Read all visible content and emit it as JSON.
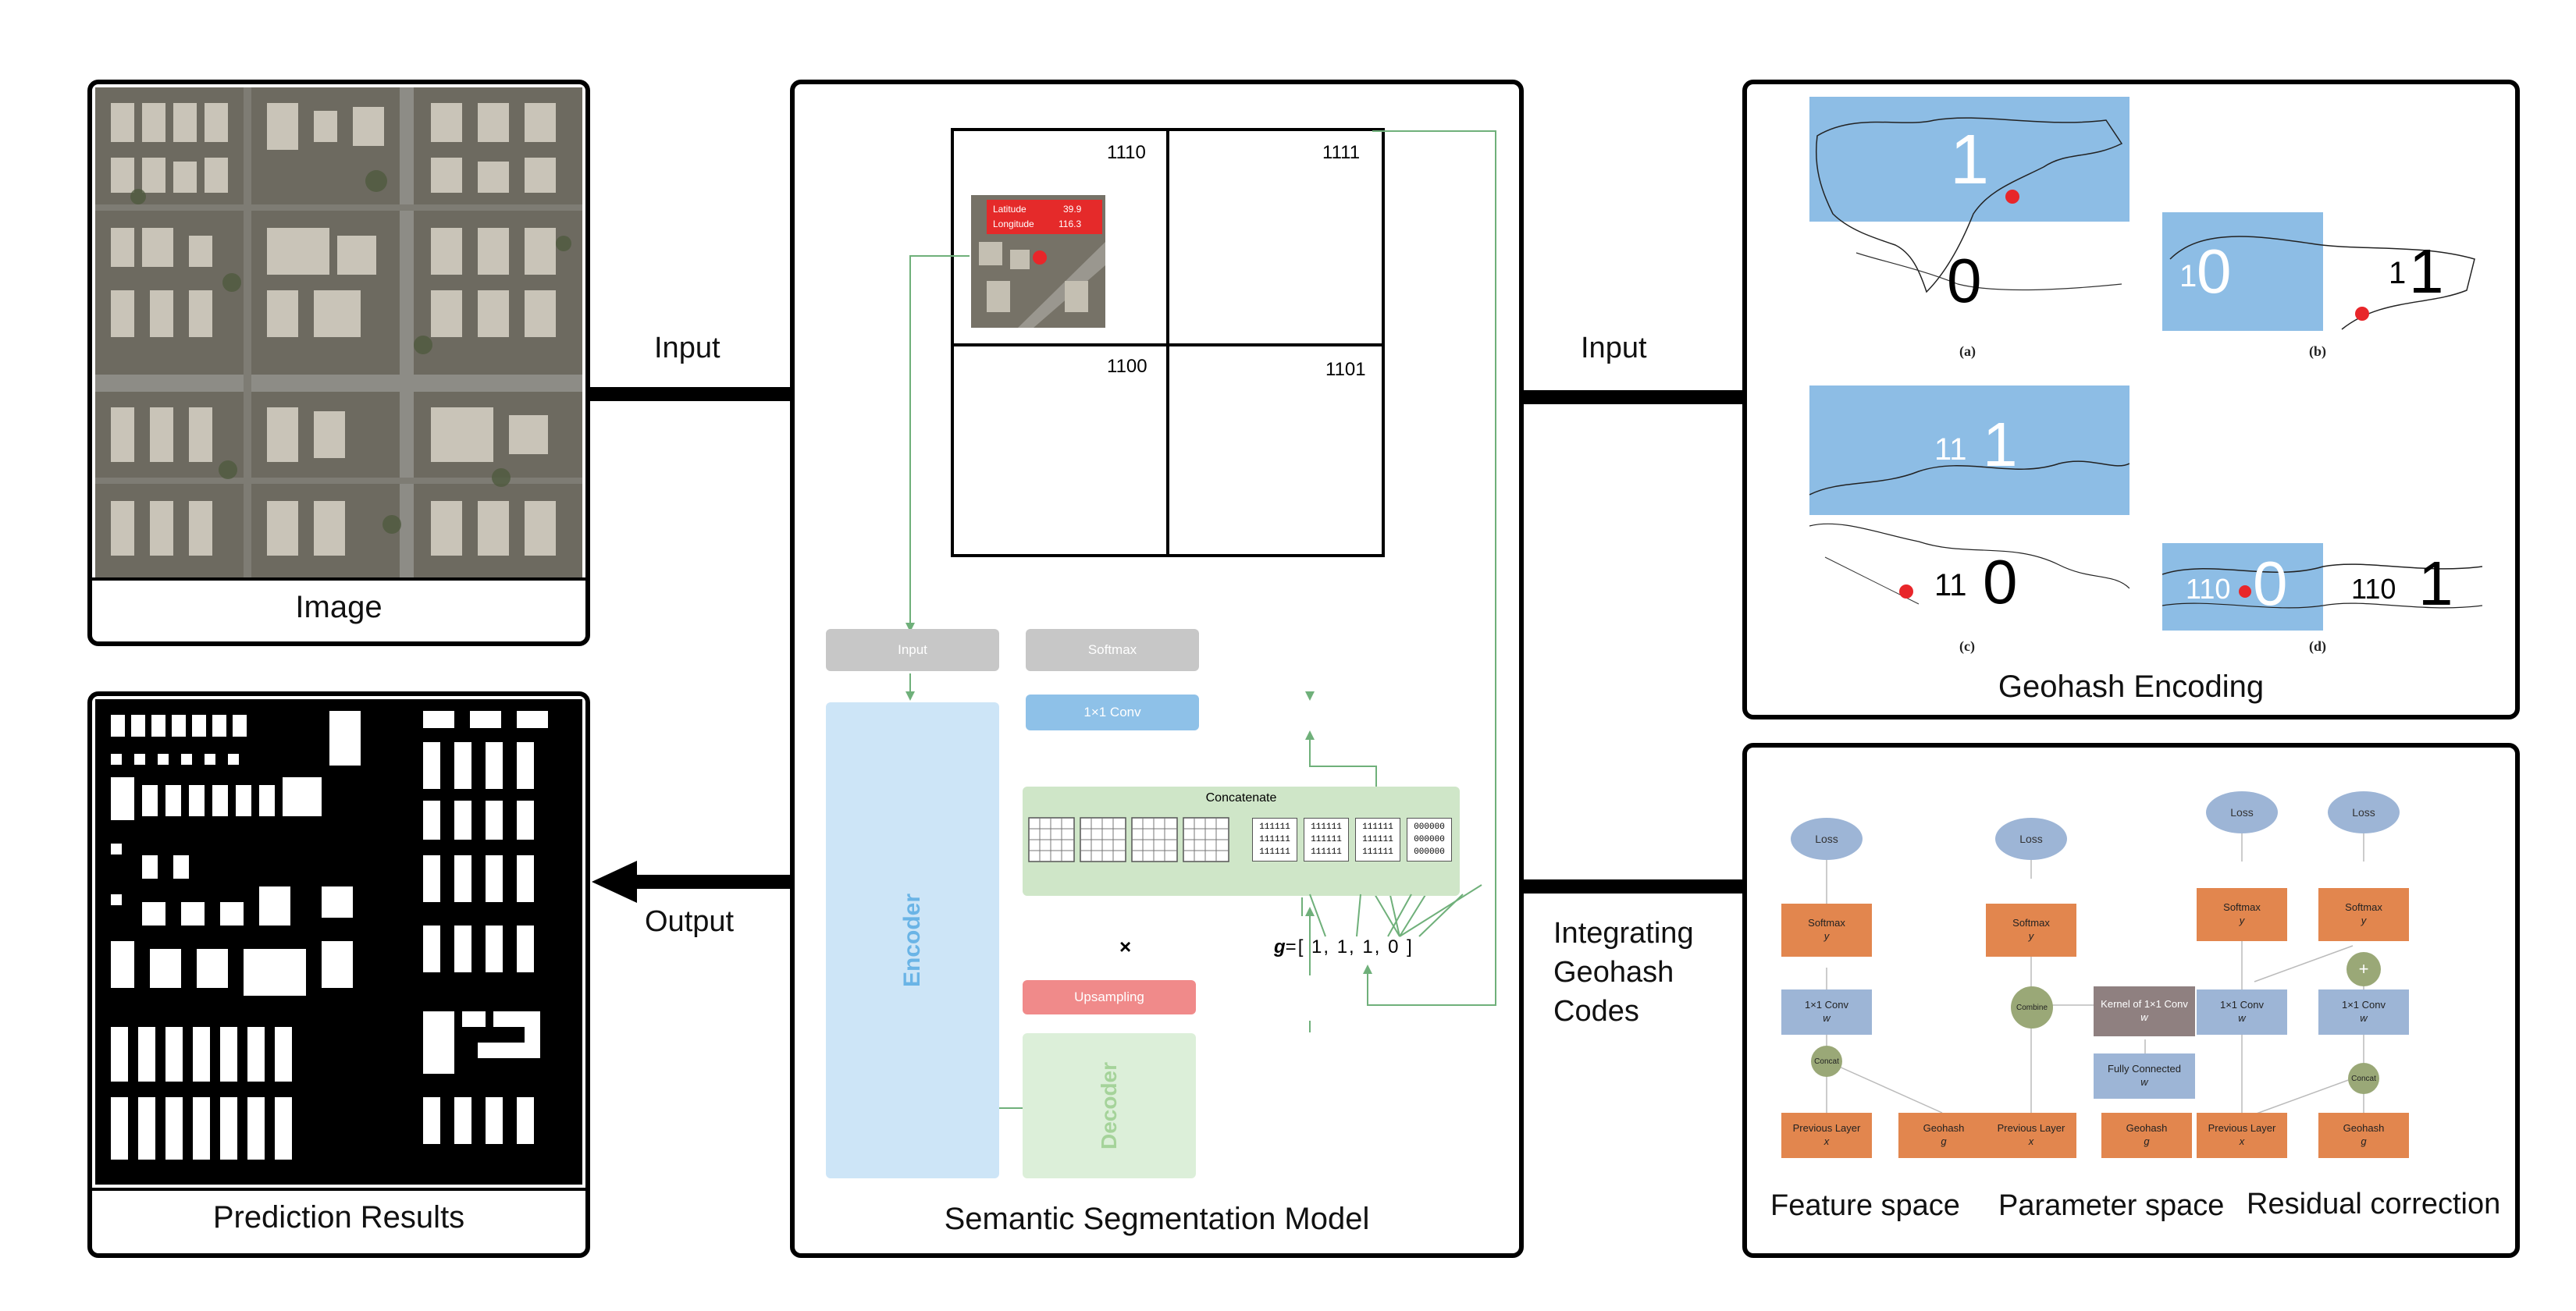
{
  "left": {
    "image_caption": "Image",
    "prediction_caption": "Prediction Results",
    "input_label": "Input",
    "output_label": "Output"
  },
  "center": {
    "caption": "Semantic Segmentation Model",
    "grid_codes": [
      "1110",
      "1111",
      "1100",
      "1101"
    ],
    "latitude_label": "Latitude",
    "latitude_value": "39.9",
    "longitude_label": "Longitude",
    "longitude_value": "116.3",
    "input_block": "Input",
    "encoder": "Encoder",
    "decoder": "Decoder",
    "softmax": "Softmax",
    "conv": "1×1 Conv",
    "concatenate": "Concatenate",
    "upsampling": "Upsampling",
    "multiply": "×",
    "g_prefix": "g",
    "g_vector": "=[ 1, 1, 1, 0 ]",
    "code_cells": [
      [
        "111111",
        "111111",
        "111111"
      ],
      [
        "111111",
        "111111",
        "111111"
      ],
      [
        "111111",
        "111111",
        "111111"
      ],
      [
        "000000",
        "000000",
        "000000"
      ]
    ]
  },
  "right_top": {
    "caption": "Geohash Encoding",
    "input_label": "Input",
    "sub_a": "(a)",
    "sub_b": "(b)",
    "sub_c": "(c)",
    "sub_d": "(d)",
    "a_top": "1",
    "a_bottom": "0",
    "b_left_small": "1",
    "b_left_big": "0",
    "b_right_small": "1",
    "b_right_big": "1",
    "c_top_small": "11",
    "c_top_big": "1",
    "c_bottom_small": "11",
    "c_bottom_big": "0",
    "d_left_small": "110",
    "d_left_big": "0",
    "d_right_small": "110",
    "d_right_big": "1"
  },
  "right_bottom": {
    "side_label_1": "Integrating",
    "side_label_2": "Geohash",
    "side_label_3": "Codes",
    "cap_feature": "Feature space",
    "cap_parameter": "Parameter space",
    "cap_residual": "Residual correction",
    "loss": "Loss",
    "softmax": "Softmax",
    "softmax_y": "y",
    "conv": "1×1 Conv",
    "conv_w": "w",
    "concat": "Concat",
    "prev_layer": "Previous Layer",
    "prev_x": "x",
    "geohash": "Geohash",
    "geohash_g": "g",
    "combine": "Combine",
    "kernel": "Kernel of 1×1 Conv",
    "fully_connected": "Fully Connected",
    "plus": "+"
  },
  "colors": {
    "encoder": "#cde5f7",
    "decoder": "#dcefd9",
    "concat_box": "#cfe6c8",
    "conv_blue": "#8ec1e8",
    "upsampling": "#f08a8a",
    "gray_block": "#c7c7c7",
    "orange": "#e2864e",
    "map_blue": "#8dbde5",
    "red_point": "#e8262a"
  }
}
